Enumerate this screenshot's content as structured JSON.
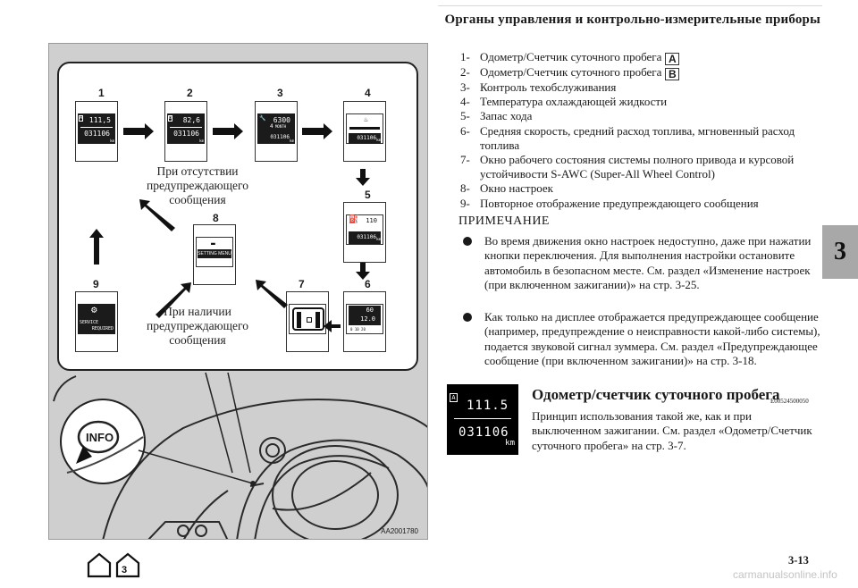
{
  "header": {
    "title": "Органы управления и контрольно-измерительные приборы"
  },
  "figure": {
    "labels": [
      "1",
      "2",
      "3",
      "4",
      "5",
      "6",
      "7",
      "8",
      "9"
    ],
    "screens": {
      "s1": {
        "top": "111,5",
        "bottom": "031106",
        "unit": "km"
      },
      "s2": {
        "top": "82,6",
        "bottom": "031106",
        "unit": "km"
      },
      "s3": {
        "top": "6300",
        "mid": "4",
        "small": "MONTH",
        "bottom": "031106",
        "unit": "km"
      },
      "s4": {
        "bottom": "031106",
        "unit": "km"
      },
      "s5": {
        "top": "110",
        "bottom": "031106",
        "unit": "km"
      },
      "s6": {
        "top": "60",
        "mid": "12.0",
        "bottom": "0   10   20"
      },
      "s8": {
        "text": "SETTING MENU"
      },
      "s9": {
        "line1": "SERVICE",
        "line2": "REQUIRED"
      }
    },
    "caption_top": "При отсутствии предупреждающего сообщения",
    "caption_bottom": "При наличии предупреждающего сообщения",
    "info_label": "INFO",
    "code": "AA2001780"
  },
  "list": [
    {
      "n": "1-",
      "text": "Одометр/Счетчик суточного пробега",
      "box": "A"
    },
    {
      "n": "2-",
      "text": "Одометр/Счетчик суточного пробега",
      "box": "B"
    },
    {
      "n": "3-",
      "text": "Контроль техобслуживания"
    },
    {
      "n": "4-",
      "text": "Температура охлаждающей жидкости"
    },
    {
      "n": "5-",
      "text": "Запас хода"
    },
    {
      "n": "6-",
      "text": "Средняя скорость, средний расход топлива, мгновенный расход топлива"
    },
    {
      "n": "7-",
      "text": "Окно рабочего состояния системы полного привода и курсовой устойчивости S-AWC (Super-All Wheel Control)"
    },
    {
      "n": "8-",
      "text": "Окно настроек"
    },
    {
      "n": "9-",
      "text": "Повторное отображение предупреждающего сообщения"
    }
  ],
  "note": {
    "title": "ПРИМЕЧАНИЕ",
    "bullets": [
      "Во время движения окно настроек недоступно, даже при нажатии кнопки переключения. Для выполнения настройки остановите автомобиль в безопасном месте. См. раздел «Изменение настроек (при включенном зажигании)» на стр. 3-25.",
      "Как только на дисплее отображается предупреждающее сообщение (например, предупреждение о неисправности какой-либо системы), подается звуковой сигнал зуммера. См. раздел «Предупреждающее сообщение (при включенном зажигании)» на стр. 3-18."
    ]
  },
  "odometer_section": {
    "title": "Одометр/счетчик суточного пробега",
    "code": "E00524500050",
    "body": "Принцип использования такой же, как и при выключенном зажигании. См. раздел «Одометр/Счетчик суточного пробега» на стр. 3-7.",
    "image": {
      "badge": "A",
      "value1": "111.5",
      "value2": "031106",
      "unit": "km"
    }
  },
  "chapter_tab": "3",
  "page_number": "3-13",
  "watermark": "carmanualsonline.info"
}
